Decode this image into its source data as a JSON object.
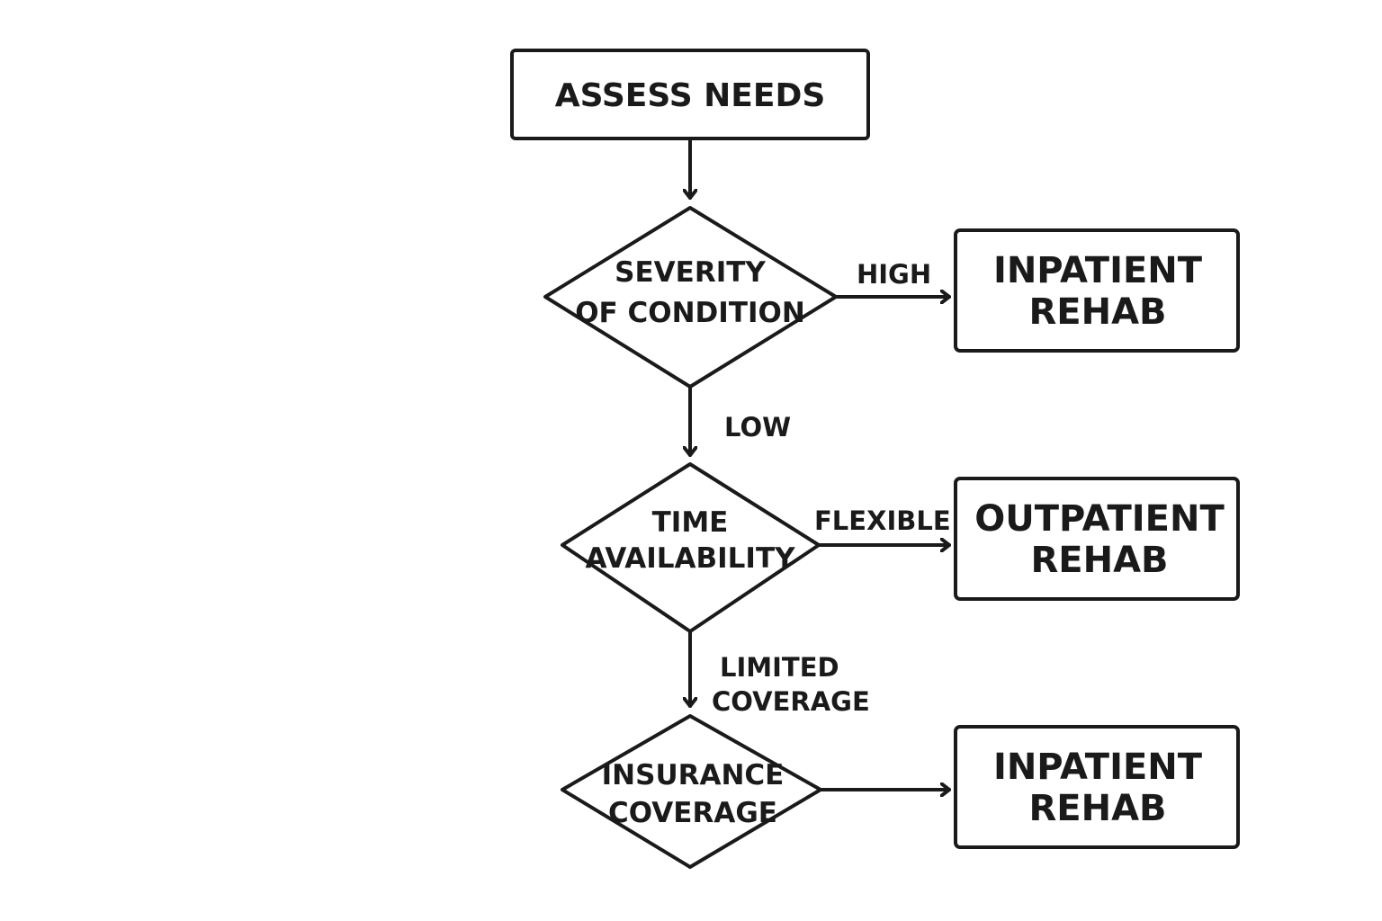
{
  "diagram": {
    "colors": {
      "stroke": "#1a1a1a",
      "background": "#ffffff"
    },
    "nodes": {
      "assess": {
        "label": "ASSESS NEEDS"
      },
      "severity": {
        "line1": "SEVERITY",
        "line2": "OF CONDITION"
      },
      "time": {
        "line1": "TIME",
        "line2": "AVAILABILITY"
      },
      "insurance": {
        "line1": "INSURANCE",
        "line2": "COVERAGE"
      },
      "result_severity": {
        "line1": "INPATIENT",
        "line2": "REHAB"
      },
      "result_time": {
        "line1": "OUTPATIENT",
        "line2": "REHAB"
      },
      "result_insurance": {
        "line1": "INPATIENT",
        "line2": "REHAB"
      }
    },
    "edges": {
      "severity_high": {
        "label": "HIGH"
      },
      "severity_low": {
        "label": "LOW"
      },
      "time_flexible": {
        "label": "FLEXIBLE"
      },
      "time_limited": {
        "line1": "LIMITED",
        "line2": "COVERAGE"
      }
    }
  }
}
